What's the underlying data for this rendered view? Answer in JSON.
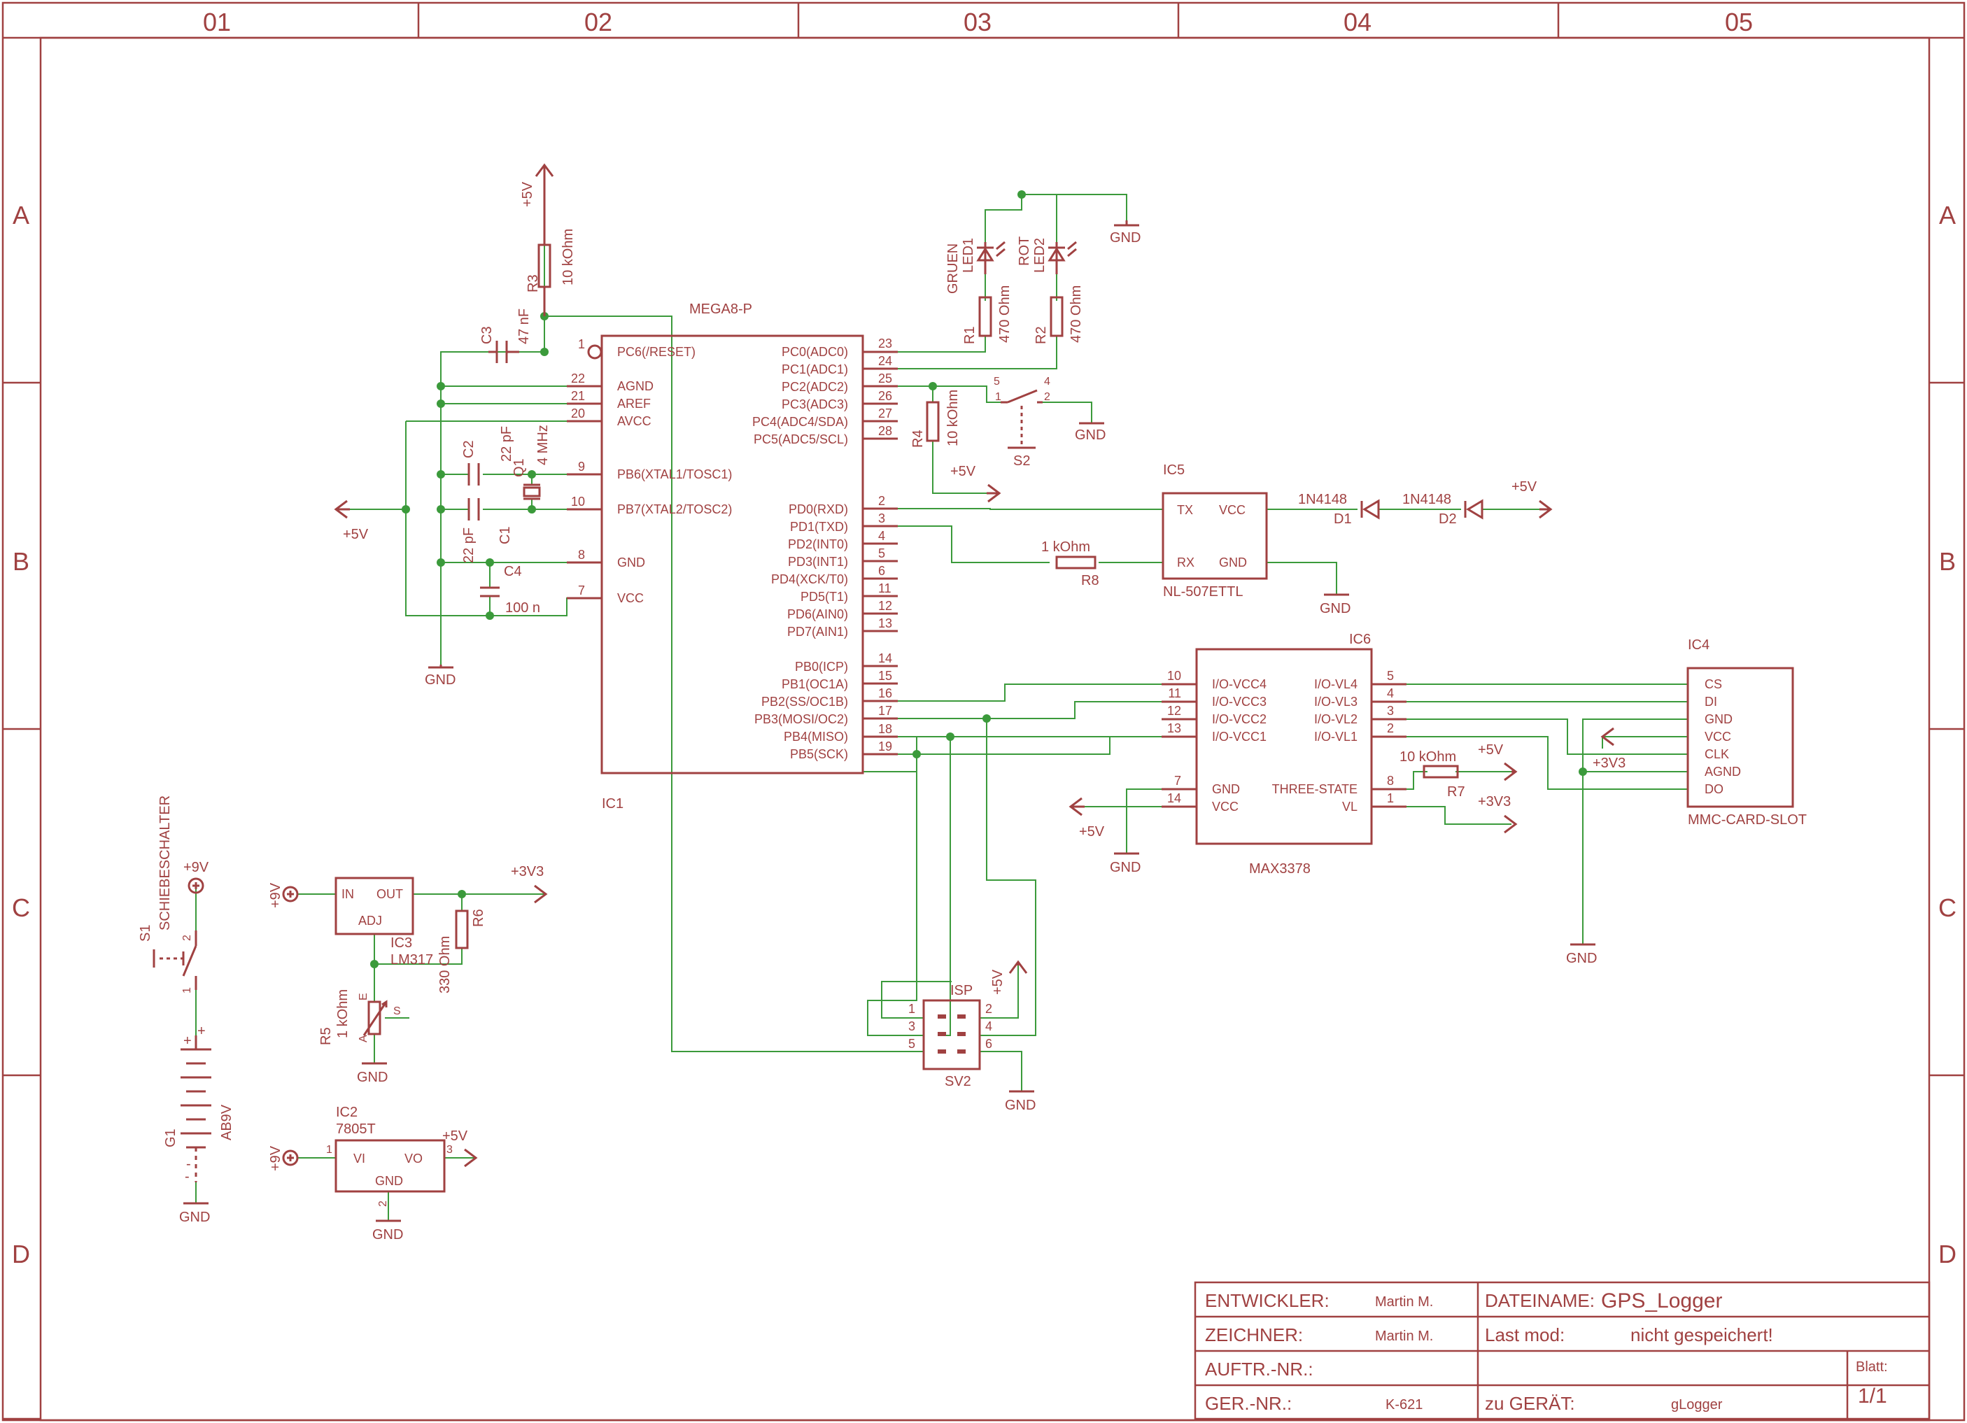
{
  "frame": {
    "columns": [
      "01",
      "02",
      "03",
      "04",
      "05"
    ],
    "rows": [
      "A",
      "B",
      "C",
      "D"
    ]
  },
  "title_block": {
    "entwickler_label": "ENTWICKLER:",
    "entwickler_value": "Martin M.",
    "zeichner_label": "ZEICHNER:",
    "zeichner_value": "Martin M.",
    "auftr_label": "AUFTR.-NR.:",
    "ger_label": "GER.-NR.:",
    "ger_value": "K-621",
    "dateiname_label": "DATEINAME:",
    "dateiname_value": "GPS_Logger",
    "lastmod_label": "Last mod:",
    "lastmod_value": "nicht gespeichert!",
    "zu_geraet_label": "zu GERÄT:",
    "zu_geraet_value": "gLogger",
    "blatt_label": "Blatt:",
    "blatt_value": "1/1"
  },
  "ic1": {
    "name": "IC1",
    "value": "MEGA8-P",
    "left_pins": [
      {
        "num": "1",
        "name": "PC6(/RESET)"
      },
      {
        "num": "22",
        "name": "AGND"
      },
      {
        "num": "21",
        "name": "AREF"
      },
      {
        "num": "20",
        "name": "AVCC"
      },
      {
        "num": "9",
        "name": "PB6(XTAL1/TOSC1)"
      },
      {
        "num": "10",
        "name": "PB7(XTAL2/TOSC2)"
      },
      {
        "num": "8",
        "name": "GND"
      },
      {
        "num": "7",
        "name": "VCC"
      }
    ],
    "right_pins": [
      {
        "num": "23",
        "name": "PC0(ADC0)"
      },
      {
        "num": "24",
        "name": "PC1(ADC1)"
      },
      {
        "num": "25",
        "name": "PC2(ADC2)"
      },
      {
        "num": "26",
        "name": "PC3(ADC3)"
      },
      {
        "num": "27",
        "name": "PC4(ADC4/SDA)"
      },
      {
        "num": "28",
        "name": "PC5(ADC5/SCL)"
      },
      {
        "num": "2",
        "name": "PD0(RXD)"
      },
      {
        "num": "3",
        "name": "PD1(TXD)"
      },
      {
        "num": "4",
        "name": "PD2(INT0)"
      },
      {
        "num": "5",
        "name": "PD3(INT1)"
      },
      {
        "num": "6",
        "name": "PD4(XCK/T0)"
      },
      {
        "num": "11",
        "name": "PD5(T1)"
      },
      {
        "num": "12",
        "name": "PD6(AIN0)"
      },
      {
        "num": "13",
        "name": "PD7(AIN1)"
      },
      {
        "num": "14",
        "name": "PB0(ICP)"
      },
      {
        "num": "15",
        "name": "PB1(OC1A)"
      },
      {
        "num": "16",
        "name": "PB2(SS/OC1B)"
      },
      {
        "num": "17",
        "name": "PB3(MOSI/OC2)"
      },
      {
        "num": "18",
        "name": "PB4(MISO)"
      },
      {
        "num": "19",
        "name": "PB5(SCK)"
      }
    ]
  },
  "ic6": {
    "name": "IC6",
    "value": "MAX3378",
    "left_pins": [
      {
        "num": "10",
        "name": "I/O-VCC4"
      },
      {
        "num": "11",
        "name": "I/O-VCC3"
      },
      {
        "num": "12",
        "name": "I/O-VCC2"
      },
      {
        "num": "13",
        "name": "I/O-VCC1"
      },
      {
        "num": "7",
        "name": "GND"
      },
      {
        "num": "14",
        "name": "VCC"
      }
    ],
    "right_pins": [
      {
        "num": "5",
        "name": "I/O-VL4"
      },
      {
        "num": "4",
        "name": "I/O-VL3"
      },
      {
        "num": "3",
        "name": "I/O-VL2"
      },
      {
        "num": "2",
        "name": "I/O-VL1"
      },
      {
        "num": "8",
        "name": "THREE-STATE"
      },
      {
        "num": "1",
        "name": "VL"
      }
    ]
  },
  "ic4": {
    "name": "IC4",
    "value": "MMC-CARD-SLOT",
    "pins": [
      "CS",
      "DI",
      "GND",
      "VCC",
      "CLK",
      "AGND",
      "DO"
    ]
  },
  "ic5": {
    "name": "IC5",
    "value": "NL-507ETTL",
    "pins": [
      "TX",
      "VCC",
      "RX",
      "GND"
    ]
  },
  "ic3": {
    "name": "IC3",
    "value": "LM317",
    "pin_in": "IN",
    "pin_out": "OUT",
    "pin_adj": "ADJ"
  },
  "ic2": {
    "name": "IC2",
    "value": "7805T",
    "pin_vi": "VI",
    "pin_vo": "VO",
    "pin_gnd": "GND",
    "pin1": "1",
    "pin2": "2",
    "pin3": "3"
  },
  "sv2": {
    "name": "SV2",
    "label": "ISP",
    "pins": [
      "1",
      "2",
      "3",
      "4",
      "5",
      "6"
    ]
  },
  "components": {
    "r1": {
      "name": "R1",
      "value": "470 Ohm"
    },
    "r2": {
      "name": "R2",
      "value": "470 Ohm"
    },
    "r3": {
      "name": "R3",
      "value": "10 kOhm"
    },
    "r4": {
      "name": "R4",
      "value": "10 kOhm"
    },
    "r5": {
      "name": "R5",
      "value": "1 kOhm"
    },
    "r6": {
      "name": "R6",
      "value": "330 Ohm"
    },
    "r7": {
      "name": "R7",
      "value": "10 kOhm"
    },
    "r8": {
      "name": "R8",
      "value": "1 kOhm"
    },
    "c1": {
      "name": "C1",
      "value": "22 pF"
    },
    "c2": {
      "name": "C2",
      "value": "22 pF"
    },
    "c3": {
      "name": "C3",
      "value": "47 nF"
    },
    "c4": {
      "name": "C4",
      "value": "100 n"
    },
    "q1": {
      "name": "Q1",
      "value": "4 MHz"
    },
    "led1": {
      "name": "LED1",
      "value": "GRUEN"
    },
    "led2": {
      "name": "LED2",
      "value": "ROT"
    },
    "d1": {
      "name": "D1",
      "value": "1N4148"
    },
    "d2": {
      "name": "D2",
      "value": "1N4148"
    },
    "s1": {
      "name": "S1",
      "value": "SCHIEBESCHALTER"
    },
    "s2": {
      "name": "S2"
    },
    "g1": {
      "name": "G1",
      "value": "AB9V"
    }
  },
  "supplies": {
    "gnd": "GND",
    "p5v": "+5V",
    "p9v": "+9V",
    "p3v3": "+3V3"
  },
  "pin_labels": {
    "one": "1",
    "two": "2",
    "four": "4",
    "five": "5",
    "three": "3",
    "six": "6",
    "seven": "7",
    "eight": "8",
    "a": "A",
    "e": "E",
    "s": "S",
    "plus": "+",
    "minus": "-"
  }
}
